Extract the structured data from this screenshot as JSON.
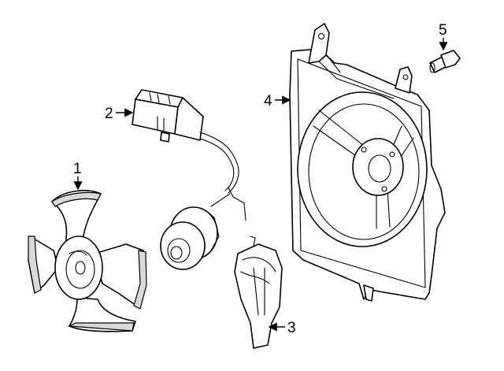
{
  "diagram": {
    "callouts": [
      {
        "id": "1",
        "text": "1"
      },
      {
        "id": "2",
        "text": "2"
      },
      {
        "id": "3",
        "text": "3"
      },
      {
        "id": "4",
        "text": "4"
      },
      {
        "id": "5",
        "text": "5"
      }
    ],
    "parts": [
      {
        "callout": "1",
        "icon": "fan-blade-icon"
      },
      {
        "callout": "2",
        "icon": "electrical-connector-icon"
      },
      {
        "callout": "3",
        "icon": "bracket-icon"
      },
      {
        "callout": "4",
        "icon": "fan-shroud-icon"
      },
      {
        "callout": "5",
        "icon": "fastener-icon"
      }
    ],
    "colors": {
      "line": "#000000",
      "background": "#ffffff",
      "shade": "#d9d9d9"
    }
  }
}
